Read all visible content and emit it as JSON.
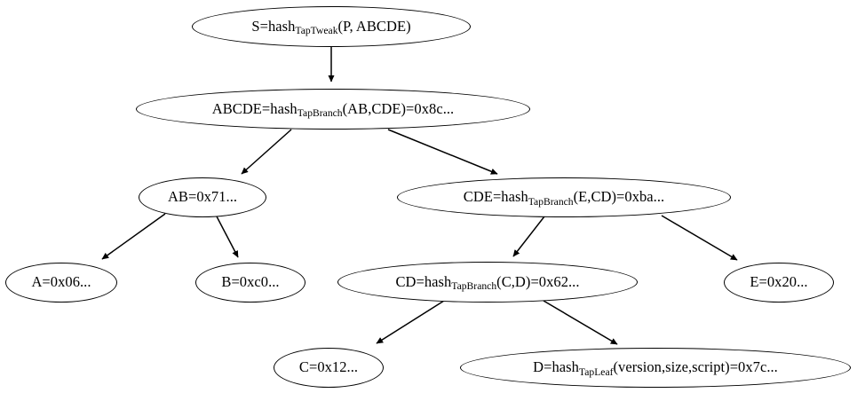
{
  "diagram": {
    "title": "Taproot MAST merkle tree",
    "background_color": "#ffffff",
    "stroke_color": "#000000",
    "text_color": "#000000",
    "nodes": [
      {
        "id": "S",
        "prefix": "S=hash",
        "subscript": "TapTweak",
        "suffix": "(P, ABCDE)",
        "text": "S=hashTapTweak(P, ABCDE)"
      },
      {
        "id": "ABCDE",
        "prefix": "ABCDE=hash",
        "subscript": "TapBranch",
        "suffix": "(AB,CDE)=0x8c...",
        "text": "ABCDE=hashTapBranch(AB,CDE)=0x8c..."
      },
      {
        "id": "AB",
        "prefix": "AB=0x71...",
        "subscript": "",
        "suffix": "",
        "text": "AB=0x71..."
      },
      {
        "id": "CDE",
        "prefix": "CDE=hash",
        "subscript": "TapBranch",
        "suffix": "(E,CD)=0xba...",
        "text": "CDE=hashTapBranch(E,CD)=0xba..."
      },
      {
        "id": "A",
        "prefix": "A=0x06...",
        "subscript": "",
        "suffix": "",
        "text": "A=0x06..."
      },
      {
        "id": "B",
        "prefix": "B=0xc0...",
        "subscript": "",
        "suffix": "",
        "text": "B=0xc0..."
      },
      {
        "id": "CD",
        "prefix": "CD=hash",
        "subscript": "TapBranch",
        "suffix": "(C,D)=0x62...",
        "text": "CD=hashTapBranch(C,D)=0x62..."
      },
      {
        "id": "E",
        "prefix": "E=0x20...",
        "subscript": "",
        "suffix": "",
        "text": "E=0x20..."
      },
      {
        "id": "C",
        "prefix": "C=0x12...",
        "subscript": "",
        "suffix": "",
        "text": "C=0x12..."
      },
      {
        "id": "D",
        "prefix": "D=hash",
        "subscript": "TapLeaf",
        "suffix": "(version,size,script)=0x7c...",
        "text": "D=hashTapLeaf(version,size,script)=0x7c..."
      }
    ],
    "edges": [
      {
        "from": "S",
        "to": "ABCDE"
      },
      {
        "from": "ABCDE",
        "to": "AB"
      },
      {
        "from": "ABCDE",
        "to": "CDE"
      },
      {
        "from": "AB",
        "to": "A"
      },
      {
        "from": "AB",
        "to": "B"
      },
      {
        "from": "CDE",
        "to": "CD"
      },
      {
        "from": "CDE",
        "to": "E"
      },
      {
        "from": "CD",
        "to": "C"
      },
      {
        "from": "CD",
        "to": "D"
      }
    ]
  }
}
